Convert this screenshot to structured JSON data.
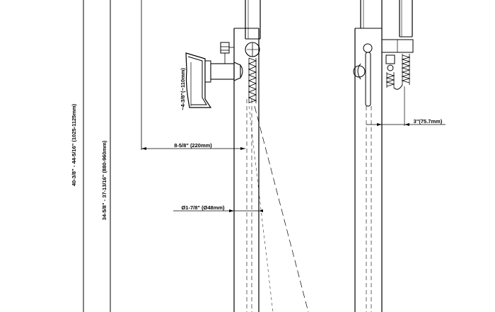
{
  "colors": {
    "line": "#000000",
    "background": "#ffffff"
  },
  "dimensions": {
    "total_height": "40-3/8\" - 44-5/16\" (1025-1125mm)",
    "spout_height": "34-5/8\" - 37-13/16\" (880-960mm)",
    "handle_height": "~4-3/8\"(~110mm)",
    "spout_reach": "8-5/8\" (220mm)",
    "pipe_diameter": "Ø1-7/8\" (Ø48mm)",
    "handshower_offset": "3\"(75.7mm)"
  }
}
